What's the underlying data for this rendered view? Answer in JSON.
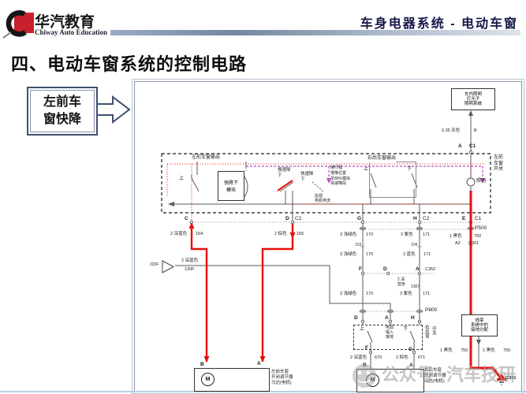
{
  "header": {
    "logo_cn": "华汽教育",
    "logo_en": "Chiway Auto Education",
    "course": "车身电器系统 - 电动车窗"
  },
  "title": "四、电动车窗系统的控制电路",
  "callout": "左前车\n窗快降",
  "watermark": {
    "t1": "公众号",
    "t2": "汽车技研"
  },
  "diagram": {
    "lamp_module_box": "车内照明\n灯光子\n照明系统",
    "gray_wire": "0.35 灰色",
    "gray_wire_pin": "B",
    "pin_a": "A",
    "conn_c1": "C1",
    "switch_title": "左前\n车窗\n开关",
    "left_output": "左前车窗输出",
    "right_output": "右后车窗输出",
    "quick_module": "快降下\n模块",
    "slow_drop": "慢速降\n下",
    "fast_drop": "快速降\n下",
    "monitor": "监视\n电机电流",
    "note": "接行程\n慢降位置\n至80%模拟\n快速降段",
    "up_left": "上",
    "up_right": "上",
    "down_right": "下",
    "lamp": "照明",
    "pins": {
      "c": "C",
      "d": "D",
      "c2_left": "C2",
      "g": "G",
      "h": "H",
      "c2_right": "C2",
      "e": "E",
      "c1": "C1",
      "d3": "D3",
      "d4": "D4",
      "a2": "A2",
      "c301": "C301",
      "f": "F",
      "d2": "D",
      "a": "A",
      "c352": "C352",
      "p500": "P500",
      "p800": "P800",
      "pd": "D",
      "pa": "A",
      "ph": "H",
      "rf": "F",
      "rg": "G",
      "g301": "G301",
      "tri": "220F"
    },
    "wires": {
      "w164": [
        "2 深蓝色",
        "164"
      ],
      "w165": [
        "2 棕色",
        "165"
      ],
      "w130": [
        "2 深蓝色",
        "130F"
      ],
      "w170a": [
        "3 浅绿色",
        "170"
      ],
      "w171a": [
        "3 紫色",
        "171"
      ],
      "w750a": [
        "1 黑色",
        "750"
      ],
      "w170b": [
        "3 浅绿色",
        "170"
      ],
      "w171b": [
        "3 蓝色",
        "171"
      ],
      "w1307": [
        "2 深\n蓝色",
        "1307"
      ],
      "w170c": [
        "3 浅绿色",
        "170"
      ],
      "w171c": [
        "3 紫色",
        "171"
      ],
      "w670": [
        "2 深蓝色",
        "670"
      ],
      "w671": [
        "2 棕色",
        "671"
      ],
      "w750b": [
        "1 黑色",
        "750"
      ],
      "w750c": [
        "1 黑色",
        "750"
      ]
    },
    "rr_switch": {
      "col1": "右后窗",
      "col2": "开关",
      "inner": "电源\n输入\n接地",
      "up": "上",
      "down": "下"
    },
    "lf_motor": {
      "b": "B",
      "a": "A",
      "m": "M",
      "label": "左前车窗\n开闭调节器\n马达(电机)"
    },
    "rr_motor": {
      "b": "B",
      "a": "A",
      "m": "M",
      "label": "右后车窗\n开闭调节器\n马达(电机)"
    },
    "gnd_box": "线束\n系统中的\n接地分配"
  }
}
